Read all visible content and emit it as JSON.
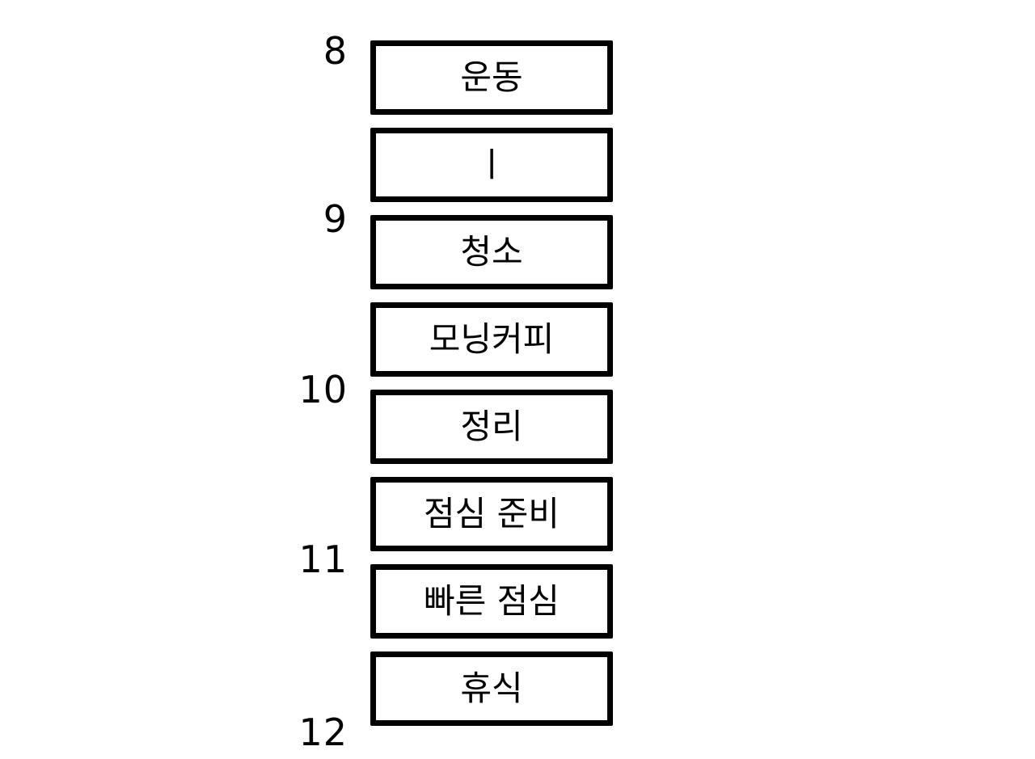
{
  "schedule": {
    "hours": [
      "8",
      "9",
      "10",
      "11",
      "12"
    ],
    "blocks": [
      {
        "label": "운동"
      },
      {
        "label": "ㅣ"
      },
      {
        "label": "청소"
      },
      {
        "label": "모닝커피"
      },
      {
        "label": "정리"
      },
      {
        "label": "점심 준비"
      },
      {
        "label": "빠른 점심"
      },
      {
        "label": "휴식"
      }
    ]
  },
  "colors": {
    "background": "#ffffff",
    "box_border": "#000000",
    "text": "#000000"
  }
}
